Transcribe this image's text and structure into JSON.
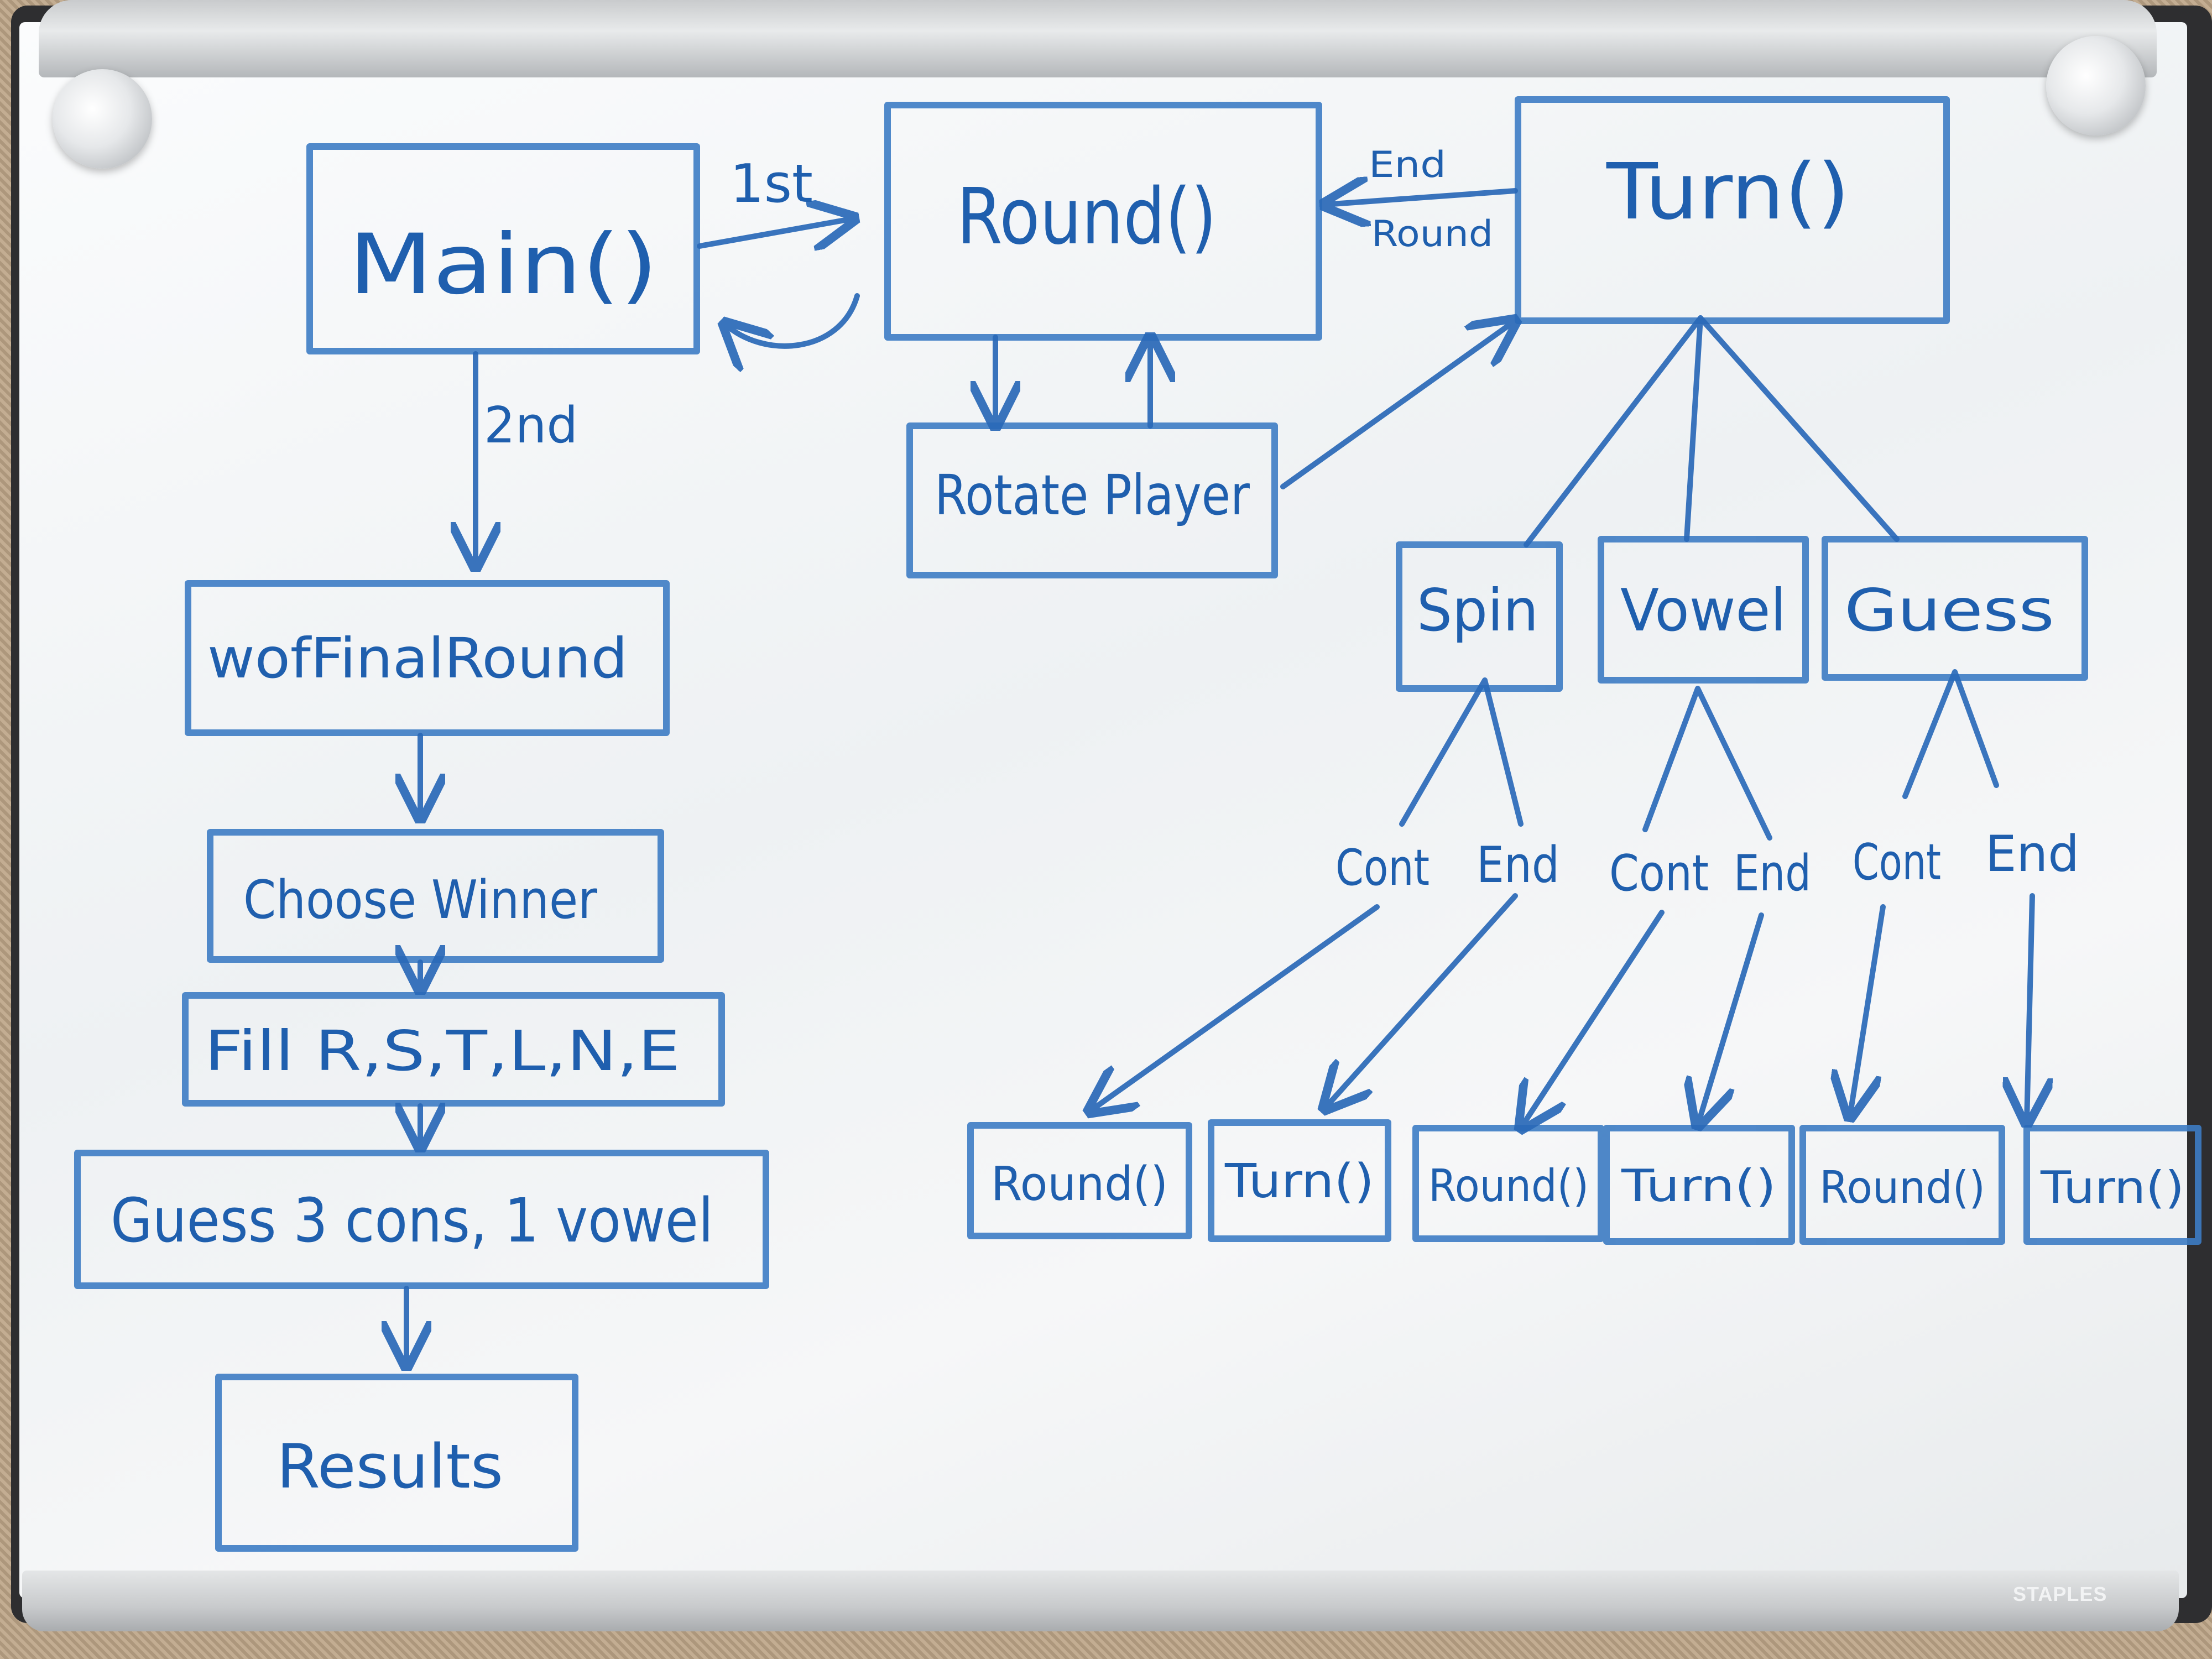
{
  "board": {
    "brand": "STAPLES",
    "ink_color": "#1f5fae",
    "surface_color": "#f4f6f7"
  },
  "nodes": {
    "main": "Main()",
    "round": "Round()",
    "turn": "Turn()",
    "rotate_player": "Rotate Player",
    "final_round": "wofFinalRound",
    "choose_winner": "Choose Winner",
    "fill_letters": "Fill  R,S,T,L,N,E",
    "guess": "Guess 3 cons, 1 vowel",
    "results": "Results",
    "spin": "Spin",
    "vowel": "Vowel",
    "guess_action": "Guess",
    "out_1": "Round()",
    "out_2": "Turn()",
    "out_3": "Round()",
    "out_4": "Turn()",
    "out_5": "Round()",
    "out_6": "Turn()"
  },
  "edge_labels": {
    "first": "1st",
    "second": "2nd",
    "end_round_1": "End",
    "end_round_2": "Round",
    "spin_cont": "Cont",
    "spin_end": "End",
    "vowel_cont": "Cont",
    "vowel_end": "End",
    "guess_cont": "Cont",
    "guess_end": "End"
  }
}
